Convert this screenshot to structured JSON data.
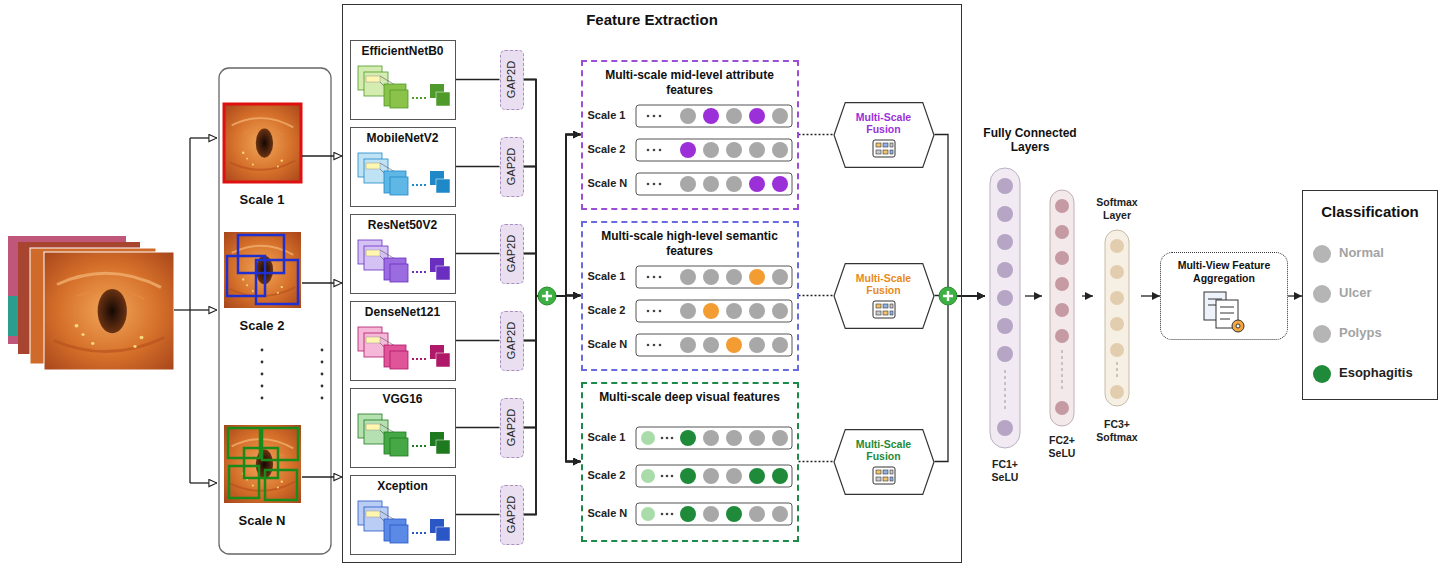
{
  "diagram": {
    "nodes": [
      {
        "text": [
          "Scale 1"
        ]
      },
      {
        "text": [
          "Scale 2"
        ]
      },
      {
        "text": [
          "Scale N"
        ]
      },
      {
        "text": [
          "Feature Extraction"
        ]
      },
      {
        "text": [
          "EfficientNetB0"
        ],
        "in": 3
      },
      {
        "text": [
          "GAP2D"
        ],
        "in": 3
      },
      {
        "text": [
          "MobileNetV2"
        ],
        "in": 3
      },
      {
        "text": [
          "GAP2D"
        ],
        "in": 3
      },
      {
        "text": [
          "ResNet50V2"
        ],
        "in": 3
      },
      {
        "text": [
          "GAP2D"
        ],
        "in": 3
      },
      {
        "text": [
          "DenseNet121"
        ],
        "in": 3
      },
      {
        "text": [
          "GAP2D"
        ],
        "in": 3
      },
      {
        "text": [
          "VGG16"
        ],
        "in": 3
      },
      {
        "text": [
          "GAP2D"
        ],
        "in": 3
      },
      {
        "text": [
          "Xception"
        ],
        "in": 3
      },
      {
        "text": [
          "GAP2D"
        ],
        "in": 3
      },
      {
        "text": [
          "Multi-scale mid-level attribute features"
        ],
        "in": 3
      },
      {
        "text": [
          "Scale 1"
        ],
        "in": 16
      },
      {
        "text": [
          "Scale 2"
        ],
        "in": 16
      },
      {
        "text": [
          "Scale N"
        ],
        "in": 16
      },
      {
        "text": [
          "Multi-scale high-level semantic features"
        ],
        "in": 3
      },
      {
        "text": [
          "Scale 1"
        ],
        "in": 20
      },
      {
        "text": [
          "Scale 2"
        ],
        "in": 20
      },
      {
        "text": [
          "Scale N"
        ],
        "in": 20
      },
      {
        "text": [
          "Multi-scale deep visual features"
        ],
        "in": 3
      },
      {
        "text": [
          "Scale 1"
        ],
        "in": 24
      },
      {
        "text": [
          "Scale 2"
        ],
        "in": 24
      },
      {
        "text": [
          "Scale N"
        ],
        "in": 24
      },
      {
        "text": [
          "Multi-Scale Fusion"
        ],
        "in": 3
      },
      {
        "text": [
          "Multi-Scale Fusion"
        ],
        "in": 3
      },
      {
        "text": [
          "Multi-Scale Fusion"
        ],
        "in": 3
      },
      {
        "text": [
          "FC1+ SeLU"
        ]
      },
      {
        "text": [
          "FC2+ SeLU"
        ]
      },
      {
        "text": [
          "Softmax Layer",
          "FC3+ Softmax"
        ]
      },
      {
        "text": [
          "Multi-View Feature Aggregation"
        ]
      },
      {
        "text": [
          "Classification",
          "Normal",
          "Ulcer",
          "Polyps",
          "Esophagitis"
        ]
      }
    ],
    "edges": [
      {
        "from": 0,
        "to": 3,
        "arrow": "to"
      },
      {
        "from": 1,
        "to": 3,
        "arrow": "to"
      },
      {
        "from": 2,
        "to": 3,
        "arrow": "to"
      },
      {
        "from": 4,
        "to": 5,
        "arrow": "none"
      },
      {
        "from": 6,
        "to": 7,
        "arrow": "none"
      },
      {
        "from": 8,
        "to": 9,
        "arrow": "none"
      },
      {
        "from": 10,
        "to": 11,
        "arrow": "none"
      },
      {
        "from": 12,
        "to": 13,
        "arrow": "none"
      },
      {
        "from": 14,
        "to": 15,
        "arrow": "none"
      },
      {
        "from": 5,
        "to": 16,
        "arrow": "to"
      },
      {
        "from": 5,
        "to": 20,
        "arrow": "to"
      },
      {
        "from": 5,
        "to": 24,
        "arrow": "to"
      },
      {
        "from": 7,
        "to": 16,
        "arrow": "to"
      },
      {
        "from": 7,
        "to": 20,
        "arrow": "to"
      },
      {
        "from": 7,
        "to": 24,
        "arrow": "to"
      },
      {
        "from": 9,
        "to": 16,
        "arrow": "to"
      },
      {
        "from": 9,
        "to": 20,
        "arrow": "to"
      },
      {
        "from": 9,
        "to": 24,
        "arrow": "to"
      },
      {
        "from": 11,
        "to": 16,
        "arrow": "to"
      },
      {
        "from": 11,
        "to": 20,
        "arrow": "to"
      },
      {
        "from": 11,
        "to": 24,
        "arrow": "to"
      },
      {
        "from": 13,
        "to": 16,
        "arrow": "to"
      },
      {
        "from": 13,
        "to": 20,
        "arrow": "to"
      },
      {
        "from": 13,
        "to": 24,
        "arrow": "to"
      },
      {
        "from": 15,
        "to": 16,
        "arrow": "to"
      },
      {
        "from": 15,
        "to": 20,
        "arrow": "to"
      },
      {
        "from": 15,
        "to": 24,
        "arrow": "to"
      },
      {
        "from": 16,
        "to": 28,
        "arrow": "none"
      },
      {
        "from": 20,
        "to": 29,
        "arrow": "none"
      },
      {
        "from": 24,
        "to": 30,
        "arrow": "none"
      },
      {
        "from": 28,
        "to": 31,
        "arrow": "to"
      },
      {
        "from": 29,
        "to": 31,
        "arrow": "to"
      },
      {
        "from": 30,
        "to": 31,
        "arrow": "to"
      },
      {
        "from": 31,
        "to": 32,
        "arrow": "to"
      },
      {
        "from": 32,
        "to": 33,
        "arrow": "to"
      },
      {
        "from": 33,
        "to": 34,
        "arrow": "to"
      },
      {
        "from": 34,
        "to": 35,
        "arrow": "to"
      }
    ],
    "labels": [
      "Fully Connected Layers"
    ]
  }
}
